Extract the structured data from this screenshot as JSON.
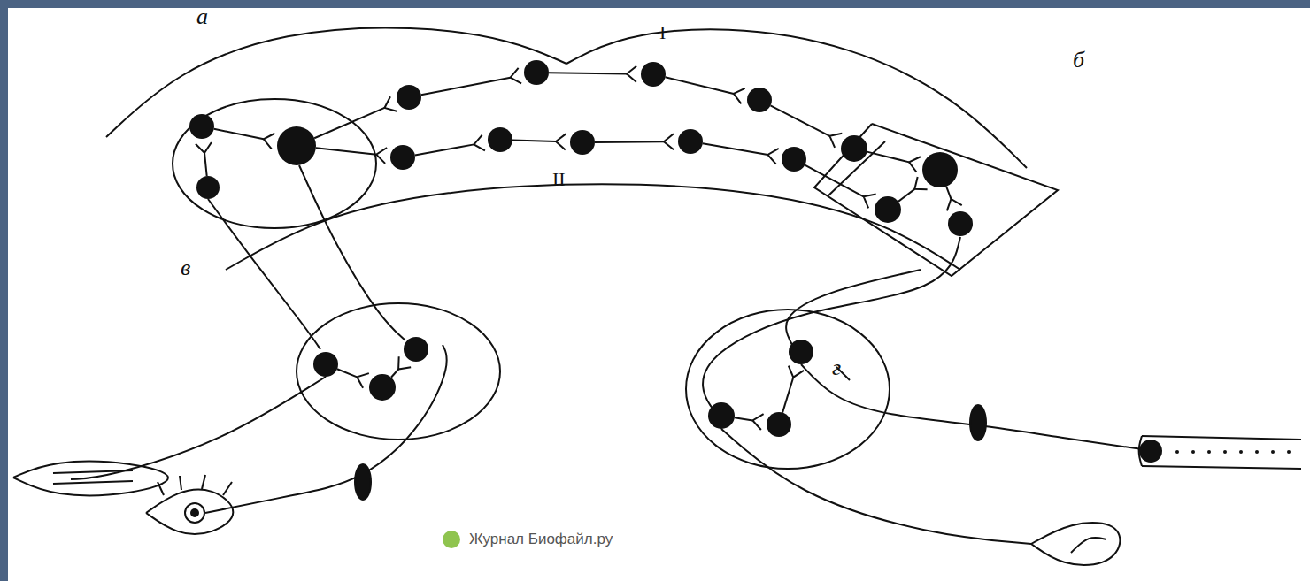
{
  "diagram": {
    "labels": [
      "а",
      "б",
      "в",
      "г",
      "I",
      "II",
      "Журнал Биофайл.ру"
    ]
  }
}
